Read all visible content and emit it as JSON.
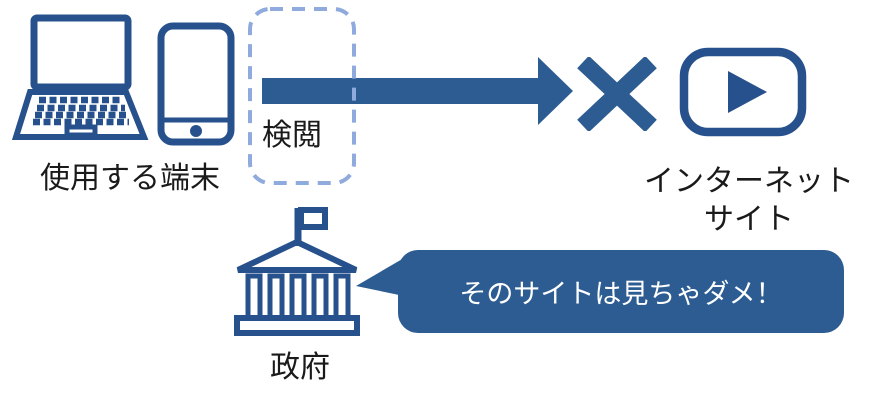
{
  "colors": {
    "icon_blue": "#27518c",
    "fill_blue": "#2d5c92",
    "dashed_blue": "#8faadc",
    "text_dark": "#1a1a1a",
    "bubble_text": "#ffffff"
  },
  "diagram": {
    "device_label": "使用する端末",
    "censorship_label": "検閲",
    "site_label_line1": "インターネット",
    "site_label_line2": "サイト",
    "government_label": "政府",
    "speech_bubble_text": "そのサイトは見ちゃダメ！",
    "icon_names": {
      "laptop": "laptop-icon",
      "smartphone": "smartphone-icon",
      "arrow": "request-arrow",
      "censorship_zone": "censorship-dashed-box",
      "blocked": "blocked-x-icon",
      "video_site": "video-play-icon",
      "government": "government-building-icon",
      "speech": "speech-bubble"
    }
  }
}
